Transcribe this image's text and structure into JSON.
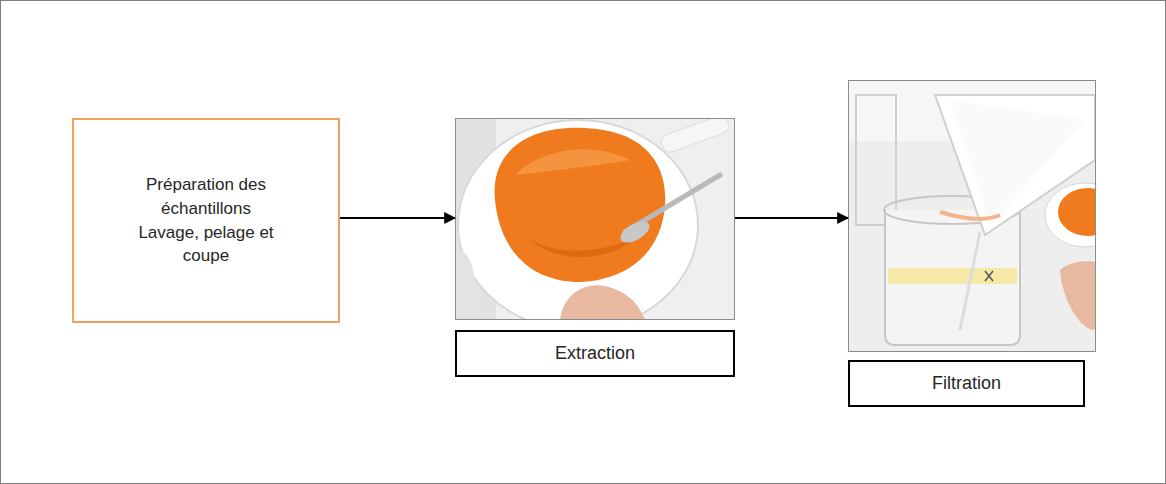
{
  "diagram": {
    "nodes": [
      {
        "text": [
          "Préparation des échantillons Lavage, pelage et coupe"
        ]
      },
      {
        "text": [
          "Extraction"
        ]
      },
      {
        "text": [
          "Filtration"
        ]
      }
    ],
    "edges": [
      {
        "from": 0,
        "to": 1,
        "arrow": "to"
      },
      {
        "from": 1,
        "to": 2,
        "arrow": "to"
      }
    ]
  }
}
